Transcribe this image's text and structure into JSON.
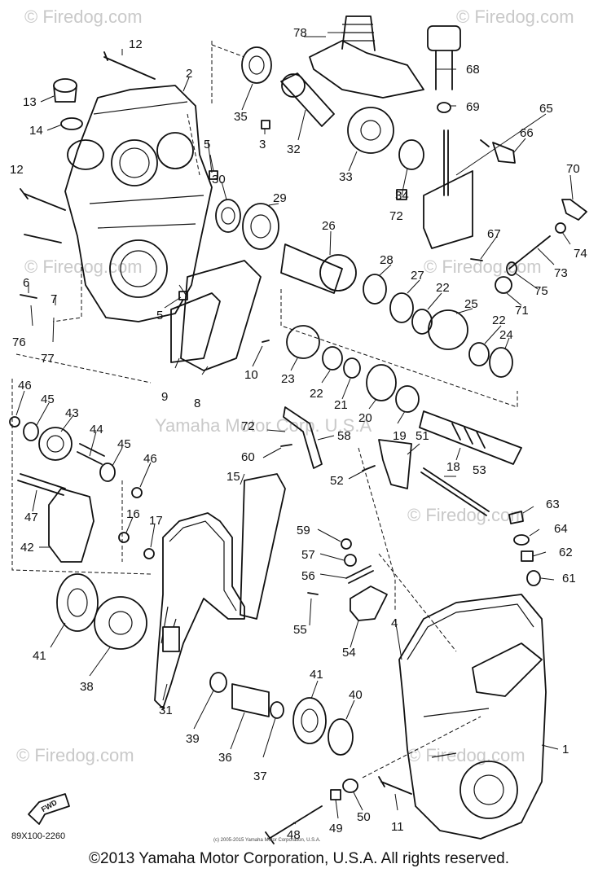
{
  "watermark": "© Firedog.com",
  "footer": "©2013 Yamaha Motor Corporation, U.S.A. All rights reserved.",
  "diagram_code": "89X100-2260",
  "small_copyright": "(c) 2005-2015 Yamaha Motor Corporation, U.S.A.",
  "fwd_label": "FWD",
  "watermark_text_over": "Yamaha Motor Corp. U.S.A",
  "callouts": {
    "p1": "1",
    "p2": "2",
    "p3": "3",
    "p4": "4",
    "p5": "5",
    "p5b": "5",
    "p6": "6",
    "p7": "7",
    "p8": "8",
    "p9": "9",
    "p10": "10",
    "p11": "11",
    "p12": "12",
    "p12b": "12",
    "p13": "13",
    "p14": "14",
    "p15": "15",
    "p16": "16",
    "p17": "17",
    "p18": "18",
    "p19": "19",
    "p20": "20",
    "p21": "21",
    "p22": "22",
    "p22b": "22",
    "p22c": "22",
    "p23": "23",
    "p24": "24",
    "p25": "25",
    "p26": "26",
    "p27": "27",
    "p28": "28",
    "p29": "29",
    "p30": "30",
    "p31": "31",
    "p32": "32",
    "p33": "33",
    "p34": "34",
    "p35": "35",
    "p36": "36",
    "p37": "37",
    "p38": "38",
    "p39": "39",
    "p40": "40",
    "p41": "41",
    "p41b": "41",
    "p42": "42",
    "p43": "43",
    "p44": "44",
    "p45": "45",
    "p45b": "45",
    "p46": "46",
    "p46b": "46",
    "p47": "47",
    "p48": "48",
    "p49": "49",
    "p50": "50",
    "p51": "51",
    "p52": "52",
    "p53": "53",
    "p54": "54",
    "p55": "55",
    "p56": "56",
    "p57": "57",
    "p58": "58",
    "p59": "59",
    "p60": "60",
    "p61": "61",
    "p62": "62",
    "p63": "63",
    "p64": "64",
    "p65": "65",
    "p66": "66",
    "p67": "67",
    "p68": "68",
    "p69": "69",
    "p70": "70",
    "p71": "71",
    "p72": "72",
    "p72b": "72",
    "p73": "73",
    "p74": "74",
    "p75": "75",
    "p76": "76",
    "p77": "77",
    "p78": "78"
  }
}
